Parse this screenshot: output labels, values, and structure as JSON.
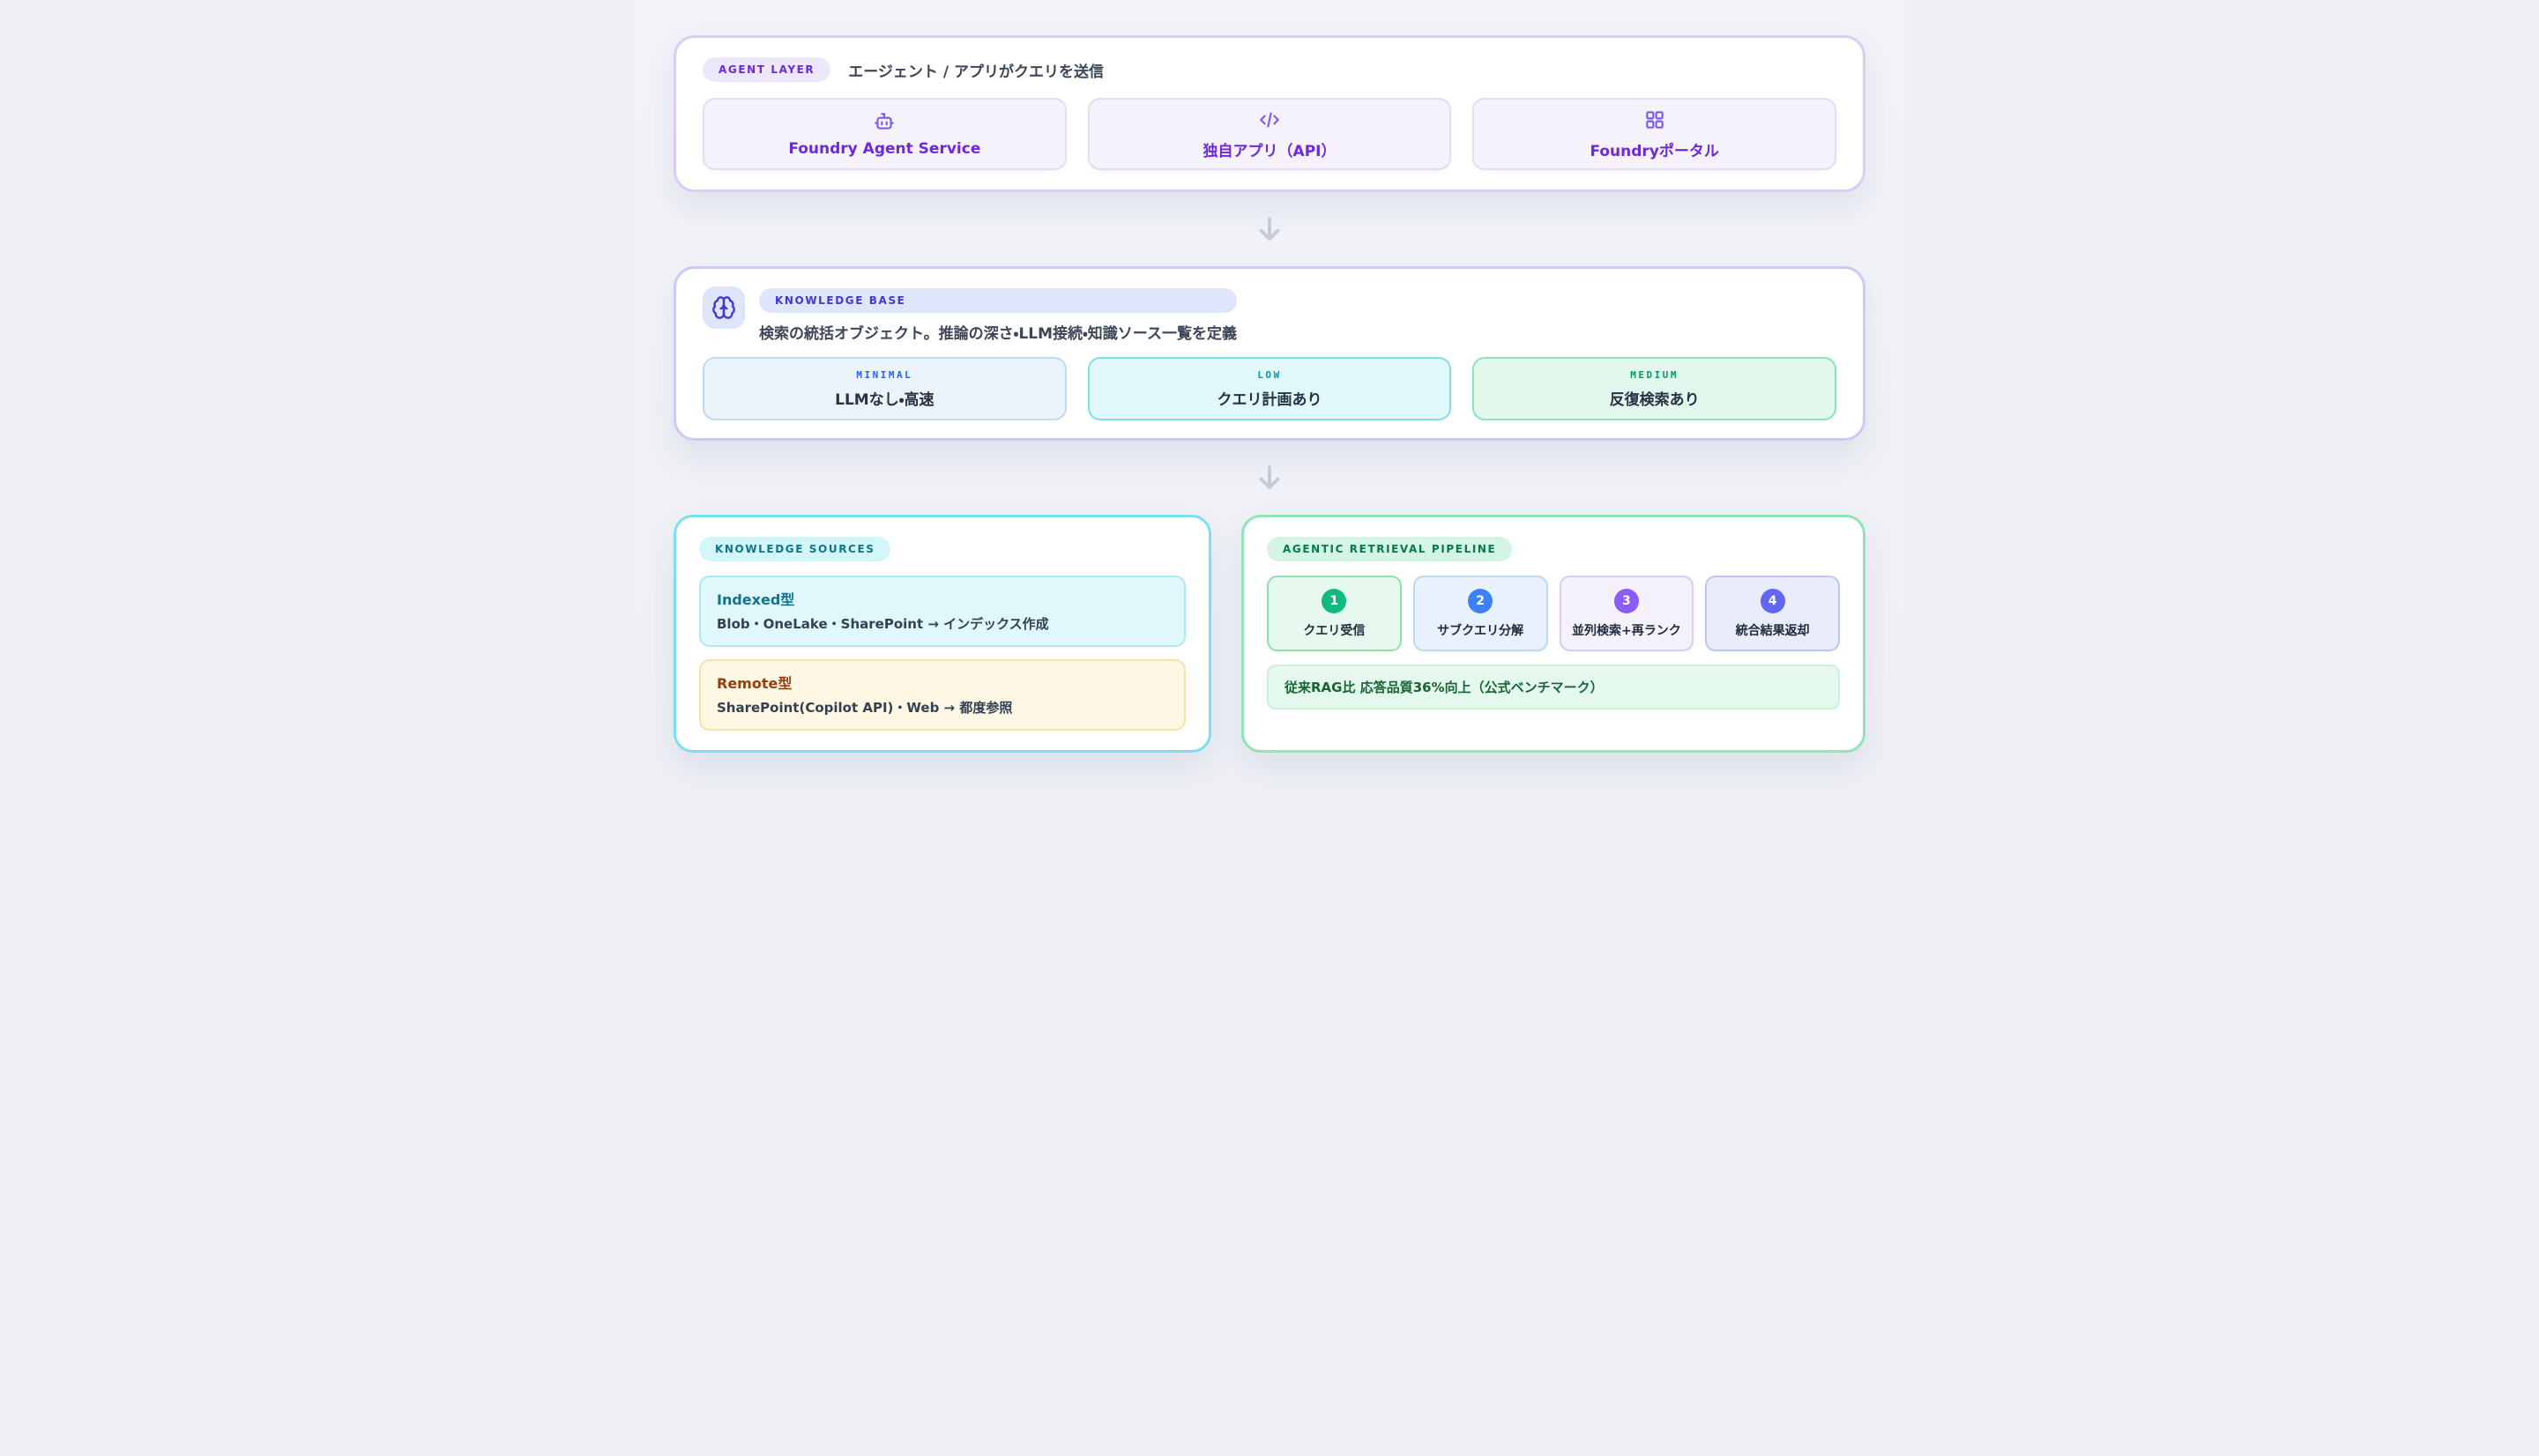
{
  "agent_layer": {
    "badge": "AGENT LAYER",
    "heading": "エージェント / アプリがクエリを送信",
    "cards": [
      {
        "icon": "robot-icon",
        "label": "Foundry Agent Service"
      },
      {
        "icon": "code-icon",
        "label": "独自アプリ（API）"
      },
      {
        "icon": "grid-icon",
        "label": "Foundryポータル"
      }
    ]
  },
  "knowledge_base": {
    "icon": "brain-icon",
    "badge": "KNOWLEDGE BASE",
    "heading": "検索の統括オブジェクト。推論の深さ・LLM接続・知識ソース一覧を定義",
    "levels": [
      {
        "tier": "MINIMAL",
        "label": "LLMなし・高速",
        "accent": "#2563eb"
      },
      {
        "tier": "LOW",
        "label": "クエリ計画あり",
        "accent": "#0891b2"
      },
      {
        "tier": "MEDIUM",
        "label": "反復検索あり",
        "accent": "#059669"
      }
    ]
  },
  "knowledge_sources": {
    "badge": "KNOWLEDGE SOURCES",
    "items": [
      {
        "title": "Indexed型",
        "description": "Blob・OneLake・SharePoint → インデックス作成",
        "accent": "#0e7490"
      },
      {
        "title": "Remote型",
        "description": "SharePoint(Copilot API)・Web → 都度参照",
        "accent": "#92400e"
      }
    ]
  },
  "pipeline": {
    "badge": "AGENTIC RETRIEVAL PIPELINE",
    "steps": [
      {
        "number": "1",
        "label": "クエリ受信",
        "color": "#10b981"
      },
      {
        "number": "2",
        "label": "サブクエリ分解",
        "color": "#3b82f6"
      },
      {
        "number": "3",
        "label": "並列検索+再ランク",
        "color": "#8b5cf6"
      },
      {
        "number": "4",
        "label": "統合結果返却",
        "color": "#6366f1"
      }
    ],
    "note": "従来RAG比 応答品質36%向上（公式ベンチマーク）"
  },
  "colors": {
    "page_background": "#eef0f5",
    "agent_accent": "#6d28d9",
    "kb_accent": "#4338ca",
    "sources_accent": "#0e7490",
    "pipeline_accent": "#047857",
    "arrow": "#c4cad6"
  }
}
